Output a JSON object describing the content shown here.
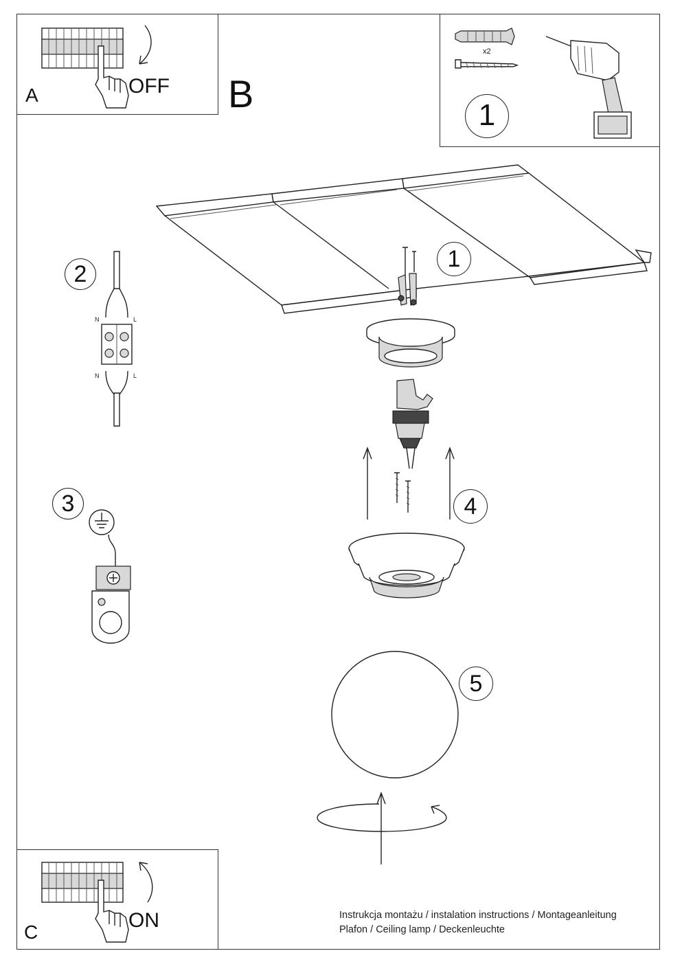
{
  "panel_a": {
    "letter": "A",
    "state": "OFF"
  },
  "panel_b": {
    "letter": "B"
  },
  "panel_c": {
    "letter": "C",
    "state": "ON"
  },
  "tools": {
    "step": "1",
    "quantity": "x2"
  },
  "steps": {
    "s1": "1",
    "s2": "2",
    "s3": "3",
    "s4": "4",
    "s5": "5"
  },
  "wiring": {
    "neutral": "N",
    "live": "L"
  },
  "footer": {
    "line1": "Instrukcja montażu / instalation instructions / Montageanleitung",
    "line2": "Plafon / Ceiling lamp / Deckenleuchte"
  }
}
